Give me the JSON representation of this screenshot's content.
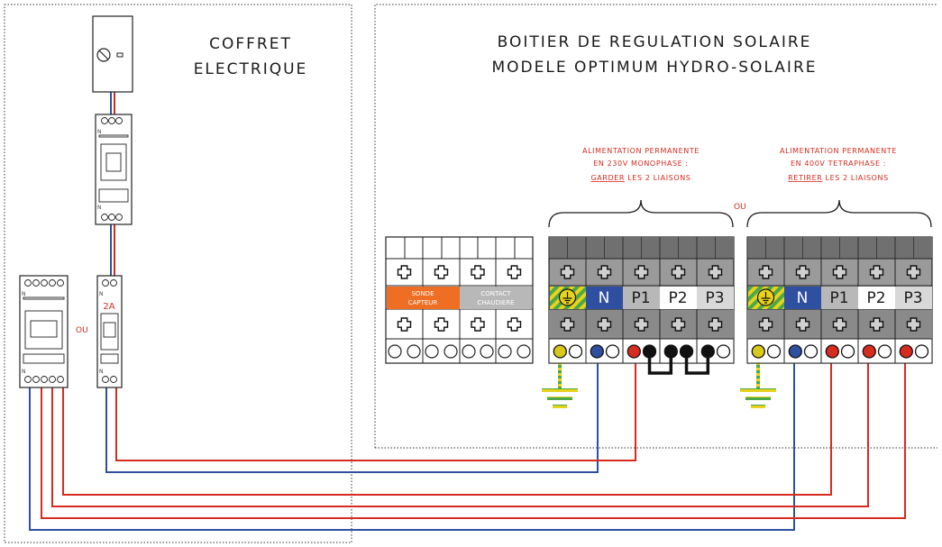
{
  "coffret": {
    "line1": "COFFRET",
    "line2": "ELECTRIQUE"
  },
  "boitier": {
    "line1": "BOITIER DE REGULATION SOLAIRE",
    "line2": "MODELE OPTIMUM HYDRO-SOLAIRE"
  },
  "mono": {
    "line1": "ALIMENTATION PERMANENTE",
    "line2": "EN 230V MONOPHASE :",
    "action": "GARDER",
    "rest": " LES 2 LIAISONS"
  },
  "tetra": {
    "line1": "ALIMENTATION PERMANENTE",
    "line2": "EN 400V TETRAPHASE :",
    "action": "RETIRER",
    "rest": " LES 2 LIAISONS"
  },
  "ou_label": "OU",
  "breaker_label": "2A",
  "small_terminals": {
    "sonde_line1": "SONDE",
    "sonde_line2": "CAPTEUR",
    "contact_line1": "CONTACT",
    "contact_line2": "CHAUDIERE"
  },
  "terminal_labels": {
    "neutral": "N",
    "p1": "P1",
    "p2": "P2",
    "p3": "P3"
  },
  "breaker_marks": {
    "n": "N"
  },
  "colors": {
    "phase": "#d72b20",
    "neutral": "#2f4fa0",
    "earth_green": "#4aa84a",
    "earth_yellow": "#e8d21c",
    "sonde": "#ee6e23",
    "contact": "#b8b8b8",
    "terminal_dark": "#707070",
    "terminal_body": "#9a9a9a"
  },
  "icons": {
    "earth": "earth-symbol-icon",
    "screw": "screw-cross-icon"
  }
}
